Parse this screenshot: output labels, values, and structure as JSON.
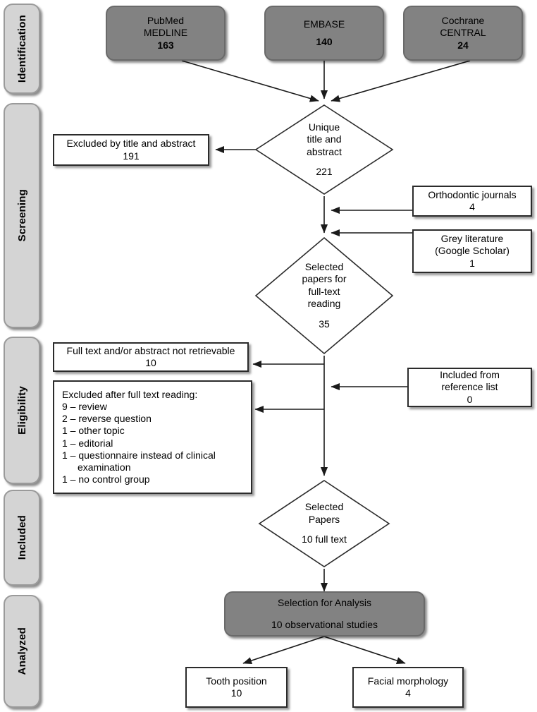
{
  "figure": {
    "type": "prisma-flow-diagram",
    "colors": {
      "phase_tab_fill": "#d4d4d4",
      "phase_tab_border": "#9a9a9a",
      "source_box_fill": "#828282",
      "source_box_border": "#6a6a6a",
      "plain_box_fill": "#ffffff",
      "plain_box_border": "#2b2b2b",
      "edge_color": "#1a1a1a",
      "text_color": "#000000",
      "background": "#ffffff"
    }
  },
  "phases": [
    {
      "label": "Identification"
    },
    {
      "label": "Screening"
    },
    {
      "label": "Eligibility"
    },
    {
      "label": "Included"
    },
    {
      "label": "Analyzed"
    }
  ],
  "sources": [
    {
      "line1": "PubMed",
      "line2": "MEDLINE",
      "count": "163"
    },
    {
      "line1": "EMBASE",
      "line2": "",
      "count": "140"
    },
    {
      "line1": "Cochrane",
      "line2": "CENTRAL",
      "count": "24"
    }
  ],
  "diamonds": {
    "unique": {
      "line1": "Unique",
      "line2": "title and",
      "line3": "abstract",
      "count": "221"
    },
    "fulltext": {
      "line1": "Selected",
      "line2": "papers for",
      "line3": "full-text",
      "line4": "reading",
      "count": "35"
    },
    "selected": {
      "line1": "Selected",
      "line2": "Papers",
      "count": "10 full text"
    }
  },
  "excluded_title_abstract": {
    "line1": "Excluded by title and abstract",
    "line2": "191"
  },
  "additional_sources": [
    {
      "line1": "Orthodontic journals",
      "line2": "4"
    },
    {
      "line1": "Grey literature",
      "line2": "(Google Scholar)",
      "line3": "1"
    }
  ],
  "not_retrievable": {
    "line1": "Full text and/or abstract not retrievable",
    "line2": "10"
  },
  "excluded_full_text": {
    "heading": "Excluded after full text reading:",
    "reasons": [
      "9 – review",
      "2 – reverse question",
      "1 – other topic",
      "1 – editorial",
      "1 – questionnaire instead of clinical",
      "examination",
      "1 – no control group"
    ]
  },
  "included_reference_list": {
    "line1": "Included from",
    "line2": "reference list",
    "line3": "0"
  },
  "analysis": {
    "line1": "Selection for Analysis",
    "line2": "10 observational studies"
  },
  "outcomes": [
    {
      "line1": "Tooth position",
      "line2": "10"
    },
    {
      "line1": "Facial morphology",
      "line2": "4"
    }
  ]
}
